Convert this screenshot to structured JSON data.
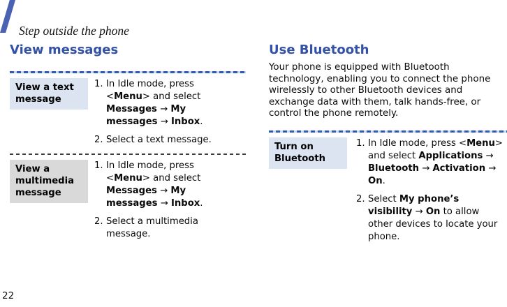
{
  "colors": {
    "accent_blue": "#3351a5",
    "slash_blue": "#4a62b2",
    "dashed_line_blue": "#2e5cb4",
    "dashed_line_gray": "#3f3f3f",
    "label_box_blue": "#dce4f2",
    "label_box_gray": "#d9d9d9",
    "body_text": "#0a0a0a"
  },
  "page": {
    "chapter": "Step outside the phone",
    "number": "22"
  },
  "left": {
    "title": "View messages",
    "rows": [
      {
        "label": "View a text message",
        "variant": "blue",
        "steps": [
          [
            {
              "t": "In Idle mode, press <"
            },
            {
              "t": "Menu",
              "b": true
            },
            {
              "t": "> and select "
            },
            {
              "t": "Messages",
              "b": true
            },
            {
              "t": " → "
            },
            {
              "t": "My messages",
              "b": true
            },
            {
              "t": " → "
            },
            {
              "t": "Inbox",
              "b": true
            },
            {
              "t": "."
            }
          ],
          [
            {
              "t": "Select a text message."
            }
          ]
        ]
      },
      {
        "label": "View a multimedia message",
        "variant": "gray",
        "steps": [
          [
            {
              "t": "In Idle mode, press <"
            },
            {
              "t": "Menu",
              "b": true
            },
            {
              "t": "> and select "
            },
            {
              "t": "Messages",
              "b": true
            },
            {
              "t": " → "
            },
            {
              "t": "My messages",
              "b": true
            },
            {
              "t": " → "
            },
            {
              "t": "Inbox",
              "b": true
            },
            {
              "t": "."
            }
          ],
          [
            {
              "t": "Select a multimedia message."
            }
          ]
        ]
      }
    ]
  },
  "right": {
    "title": "Use Bluetooth",
    "intro": "Your phone is equipped with Bluetooth technology, enabling you to connect the phone wirelessly to other Bluetooth devices and exchange data with them, talk hands-free, or control the phone remotely.",
    "rows": [
      {
        "label": "Turn on Bluetooth",
        "variant": "blue",
        "steps": [
          [
            {
              "t": "In Idle mode, press <"
            },
            {
              "t": "Menu",
              "b": true
            },
            {
              "t": "> and select "
            },
            {
              "t": "Applications",
              "b": true
            },
            {
              "t": " → "
            },
            {
              "t": "Bluetooth",
              "b": true
            },
            {
              "t": " → "
            },
            {
              "t": "Activation",
              "b": true
            },
            {
              "t": " → "
            },
            {
              "t": "On",
              "b": true
            },
            {
              "t": "."
            }
          ],
          [
            {
              "t": "Select "
            },
            {
              "t": "My phone’s visibility",
              "b": true
            },
            {
              "t": " → "
            },
            {
              "t": "On",
              "b": true
            },
            {
              "t": " to allow other devices to locate your phone."
            }
          ]
        ]
      }
    ]
  }
}
